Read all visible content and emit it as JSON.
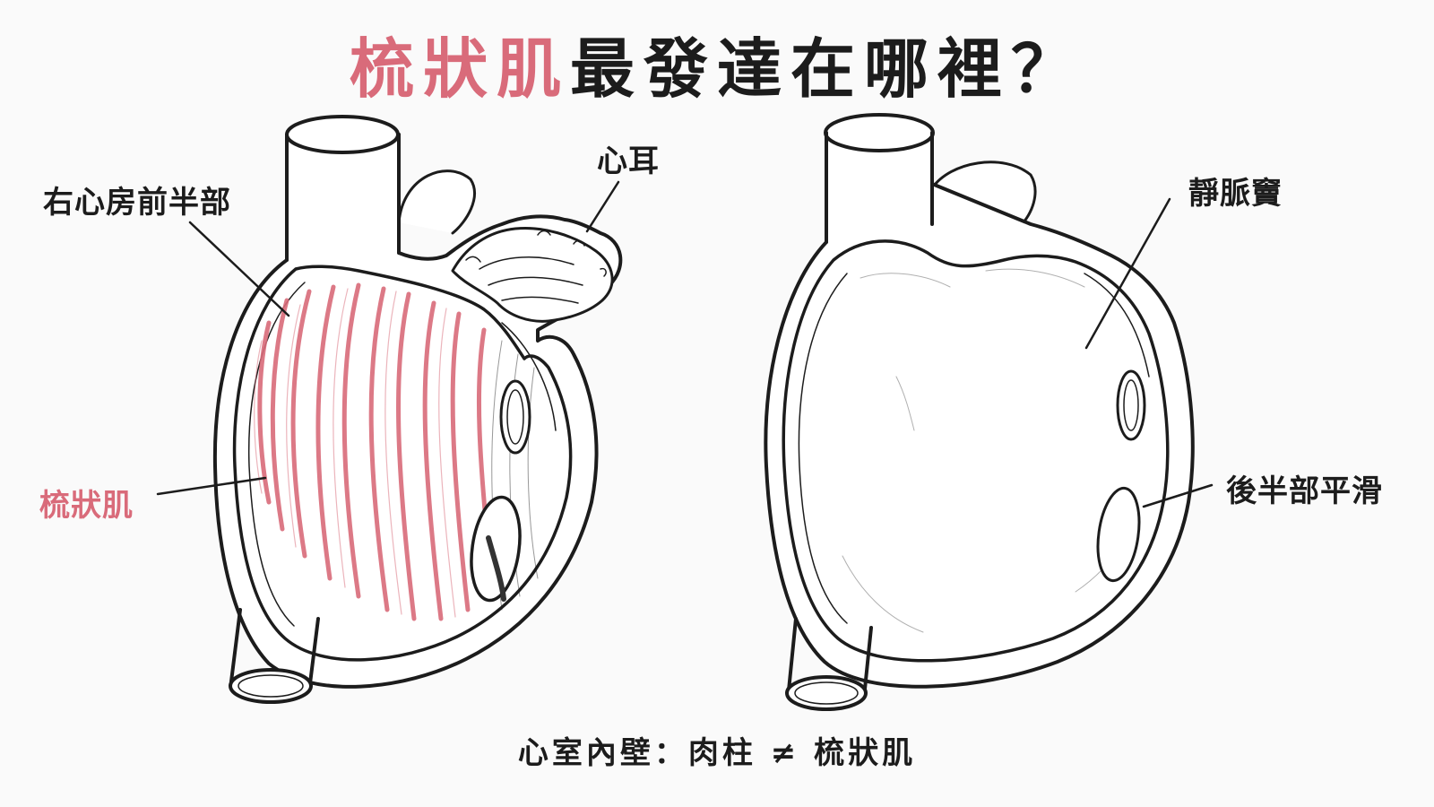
{
  "title": {
    "highlight": "梳狀肌",
    "rest": "最發達在哪裡？"
  },
  "labels": {
    "right_atrium_anterior": "右心房前半部",
    "auricle": "心耳",
    "pectinate_muscle": "梳狀肌",
    "sinus_venarum": "靜脈竇",
    "posterior_smooth": "後半部平滑"
  },
  "caption": "心室內壁：肉柱 ≠ 梳狀肌",
  "colors": {
    "accent": "#d96b7a",
    "ink": "#1c1c1c",
    "background": "#fafafa"
  }
}
